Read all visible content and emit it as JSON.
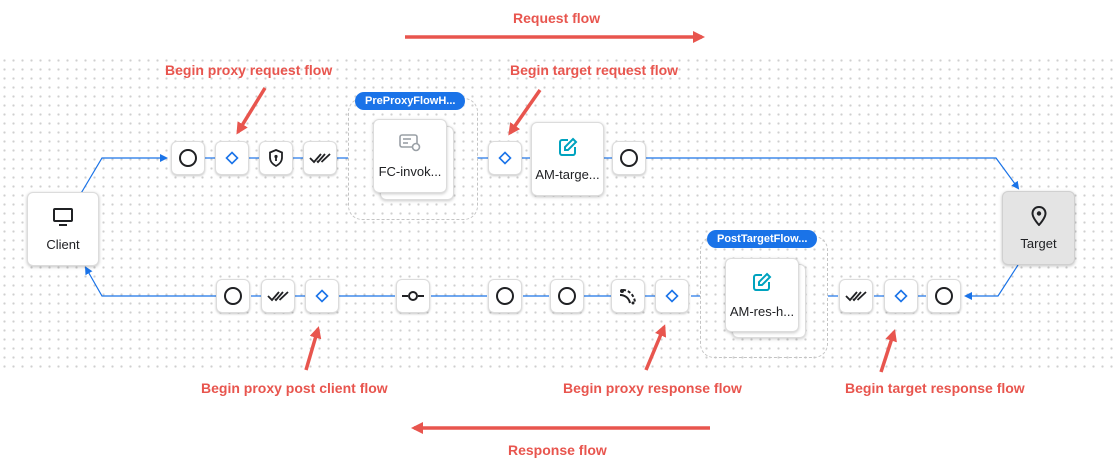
{
  "annotations": {
    "request_flow": "Request flow",
    "response_flow": "Response flow",
    "begin_proxy_request_flow": "Begin proxy request flow",
    "begin_target_request_flow": "Begin target request flow",
    "begin_proxy_post_client_flow": "Begin proxy post client flow",
    "begin_proxy_response_flow": "Begin proxy response flow",
    "begin_target_response_flow": "Begin target response flow"
  },
  "endpoints": {
    "client": "Client",
    "target": "Target"
  },
  "groups": {
    "pre_proxy": {
      "badge": "PreProxyFlowH...",
      "policy": "FC-invok..."
    },
    "post_target": {
      "badge": "PostTargetFlow...",
      "policy": "AM-res-h..."
    }
  },
  "policies": {
    "am_target": "AM-targe..."
  },
  "colors": {
    "annotation": "#e8554e",
    "link": "#1a73e8",
    "badge": "#1a73e8",
    "diamond": "#1a73e8",
    "edit_icon": "#00a3bf",
    "grid_dot": "#cfcfcf"
  },
  "icons": {
    "flow_step": "circle-icon",
    "flow_hook": "diamond-icon",
    "security": "shield-icon",
    "verify": "double-check-icon",
    "route": "commit-icon",
    "signal": "signal-icon",
    "edit": "edit-icon",
    "flow_callout": "flow-callout-icon",
    "client": "monitor-icon",
    "target": "location-pin-icon"
  }
}
